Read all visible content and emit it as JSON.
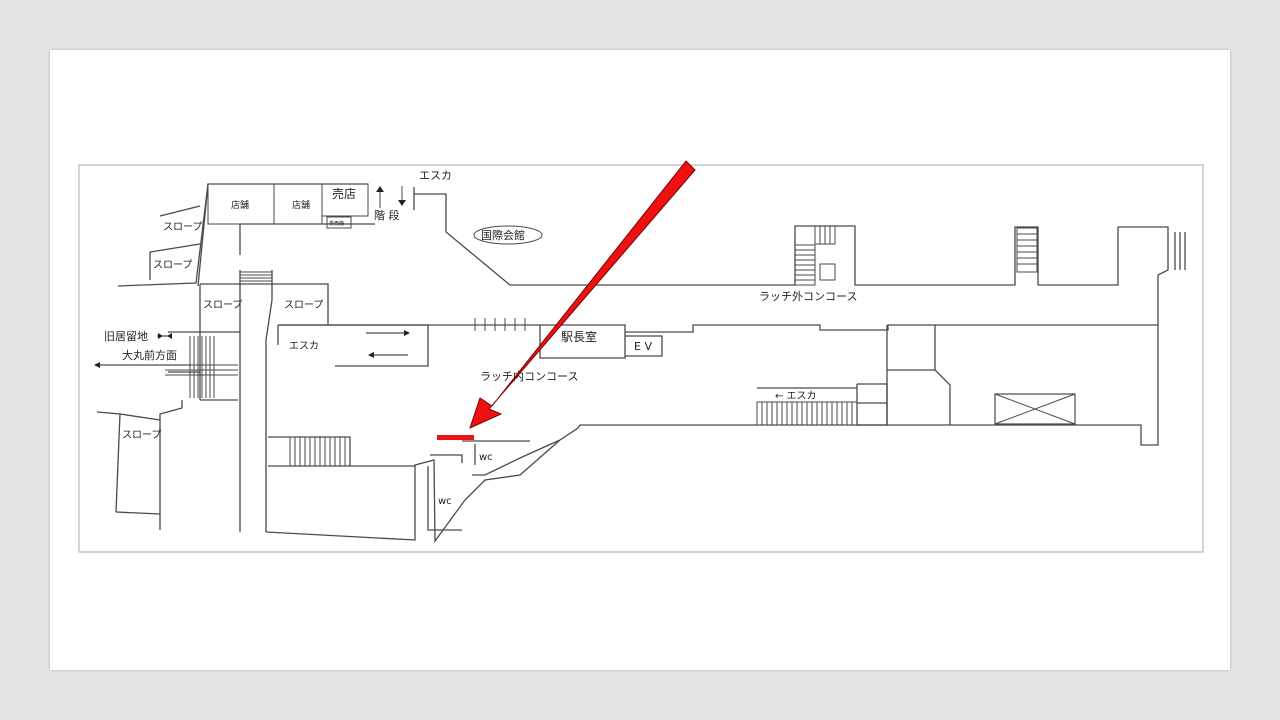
{
  "labels": {
    "slope": "スロープ",
    "shop": "店舗",
    "kiosk": "売店",
    "small_box": "券売機",
    "stairs": "階 段",
    "escalator": "エスカ",
    "escalator_arrow": "← エスカ",
    "intl_hall": "国際会館",
    "outer_concourse": "ラッチ外コンコース",
    "inner_concourse": "ラッチ内コンコース",
    "station_master": "駅長室",
    "ev": "E V",
    "wc": "wc",
    "former_residence": "旧居留地",
    "daimaru": "大丸前方面"
  },
  "colors": {
    "marker": "#ee1111",
    "wall": "#4a4a4a",
    "frame": "#aaaaaa"
  },
  "marker": {
    "icon": "red-arrow-icon",
    "target": "location-marker"
  }
}
